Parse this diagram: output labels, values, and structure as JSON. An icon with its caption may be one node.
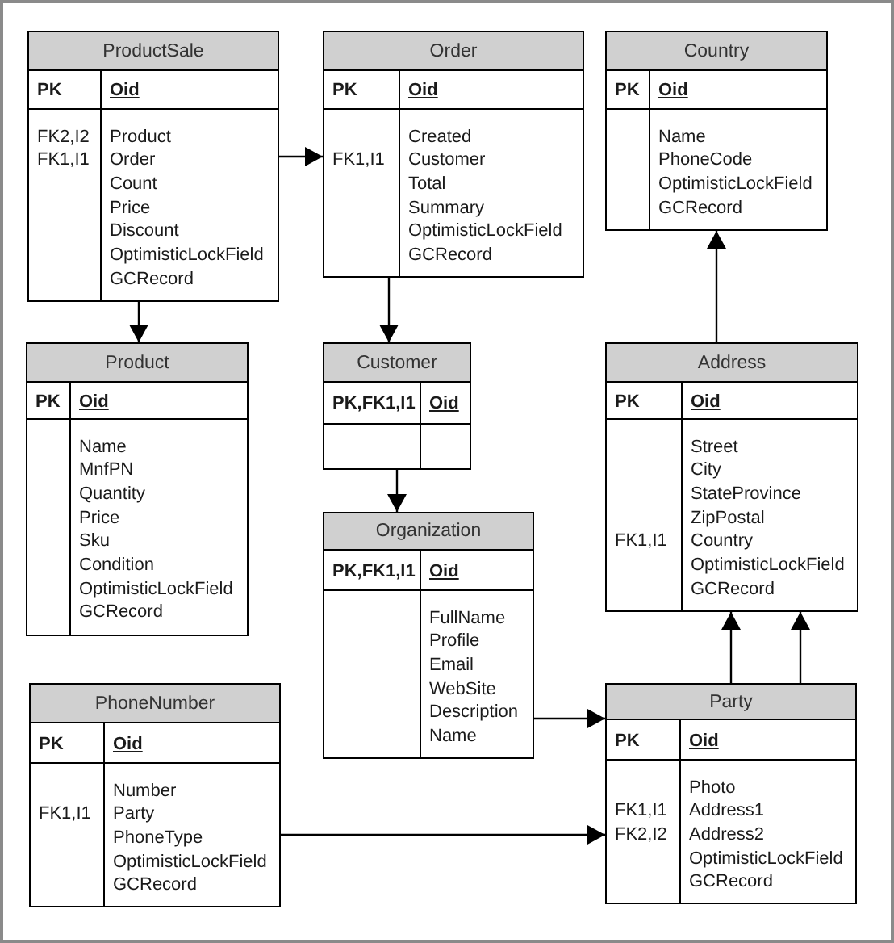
{
  "diagram": {
    "nodes": [
      {
        "text": [
          "ProductSale",
          "PK",
          "Oid",
          "FK2,I2",
          "FK1,I1",
          "Product",
          "Order",
          "Count",
          "Price",
          "Discount",
          "OptimisticLockField",
          "GCRecord"
        ]
      },
      {
        "text": [
          "Order",
          "PK",
          "Oid",
          "FK1,I1",
          "Created",
          "Customer",
          "Total",
          "Summary",
          "OptimisticLockField",
          "GCRecord"
        ]
      },
      {
        "text": [
          "Country",
          "PK",
          "Oid",
          "Name",
          "PhoneCode",
          "OptimisticLockField",
          "GCRecord"
        ]
      },
      {
        "text": [
          "Product",
          "PK",
          "Oid",
          "Name",
          "MnfPN",
          "Quantity",
          "Price",
          "Sku",
          "Condition",
          "OptimisticLockField",
          "GCRecord"
        ]
      },
      {
        "text": [
          "Customer",
          "PK,FK1,I1",
          "Oid"
        ]
      },
      {
        "text": [
          "Address",
          "PK",
          "Oid",
          "FK1,I1",
          "Street",
          "City",
          "StateProvince",
          "ZipPostal",
          "Country",
          "OptimisticLockField",
          "GCRecord"
        ]
      },
      {
        "text": [
          "Organization",
          "PK,FK1,I1",
          "Oid",
          "FullName",
          "Profile",
          "Email",
          "WebSite",
          "Description",
          "Name"
        ]
      },
      {
        "text": [
          "PhoneNumber",
          "PK",
          "Oid",
          "FK1,I1",
          "Number",
          "Party",
          "PhoneType",
          "OptimisticLockField",
          "GCRecord"
        ]
      },
      {
        "text": [
          "Party",
          "PK",
          "Oid",
          "FK1,I1",
          "FK2,I2",
          "Photo",
          "Address1",
          "Address2",
          "OptimisticLockField",
          "GCRecord"
        ]
      }
    ],
    "edges": [
      {
        "from": 0,
        "to": 1,
        "arrow": "to"
      },
      {
        "from": 0,
        "to": 3,
        "arrow": "to"
      },
      {
        "from": 1,
        "to": 4,
        "arrow": "to"
      },
      {
        "from": 4,
        "to": 6,
        "arrow": "to"
      },
      {
        "from": 5,
        "to": 2,
        "arrow": "to"
      },
      {
        "from": 8,
        "to": 5,
        "arrow": "to"
      },
      {
        "from": 8,
        "to": 5,
        "arrow": "to"
      },
      {
        "from": 6,
        "to": 8,
        "arrow": "to"
      },
      {
        "from": 7,
        "to": 8,
        "arrow": "to"
      }
    ]
  }
}
